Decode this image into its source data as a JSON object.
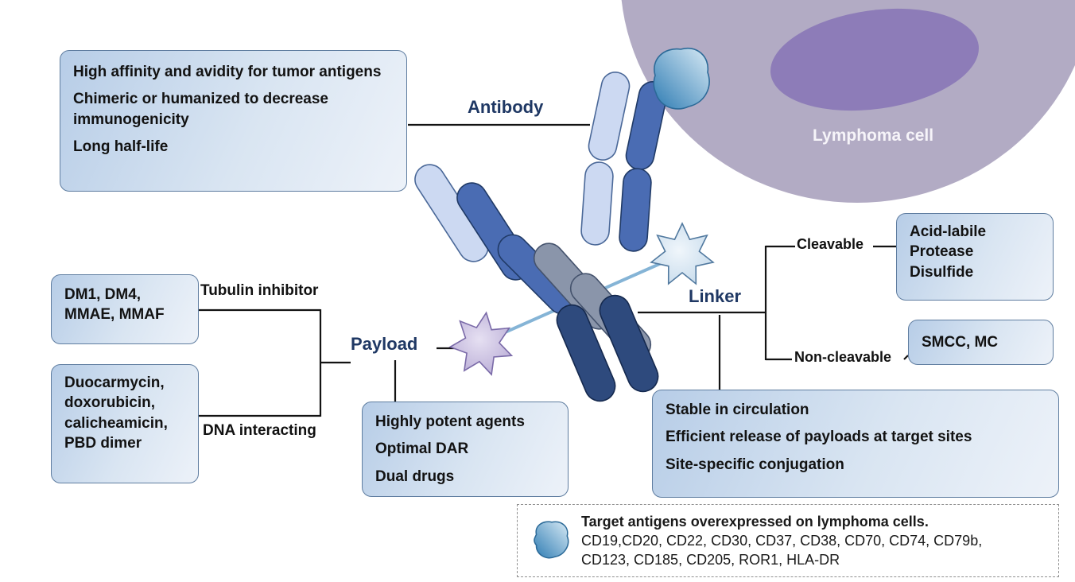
{
  "cell": {
    "label": "Lymphoma cell"
  },
  "antibody": {
    "label": "Antibody",
    "properties": [
      "High affinity and avidity for tumor antigens",
      "Chimeric or humanized to decrease immunogenicity",
      "Long half-life"
    ]
  },
  "payload": {
    "label": "Payload",
    "tubulin_label": "Tubulin inhibitor",
    "tubulin_drugs": [
      "DM1, DM4,",
      "MMAE, MMAF"
    ],
    "dna_label": "DNA interacting",
    "dna_drugs": [
      "Duocarmycin,",
      "doxorubicin,",
      "calicheamicin,",
      "PBD dimer"
    ],
    "properties": [
      "Highly potent agents",
      "Optimal DAR",
      "Dual drugs"
    ]
  },
  "linker": {
    "label": "Linker",
    "cleavable_label": "Cleavable",
    "cleavable_types": [
      "Acid-labile",
      "Protease",
      "Disulfide"
    ],
    "non_cleavable_label": "Non-cleavable",
    "non_cleavable_types": "SMCC, MC",
    "properties": [
      "Stable in circulation",
      "Efficient release of payloads at target sites",
      "Site-specific conjugation"
    ]
  },
  "legend": {
    "title": "Target antigens overexpressed on lymphoma cells.",
    "antigens_line1": "CD19,CD20, CD22, CD30, CD37, CD38, CD70, CD74, CD79b,",
    "antigens_line2": "CD123, CD185, CD205, ROR1, HLA-DR"
  },
  "colors": {
    "navy_label": "#1f3864",
    "box_border": "#5f7da0",
    "box_fill_start": "#b7cde7",
    "box_fill_end": "#edf2f9",
    "cell_body": "#b2abc4",
    "cell_nucleus": "#8d7cb8",
    "antibody_light_chain": "#ccd9f2",
    "antibody_heavy_blue": "#4a6cb3",
    "antibody_hinge_gray": "#8a95aa",
    "antibody_fc_navy": "#2e4a7d",
    "linker_strand": "#85b4d6",
    "payload_star_purple": "#c3b7dd",
    "payload_star_blue": "#d8e7f2",
    "antigen_blob_dark": "#2e7cb3",
    "antigen_blob_light": "#d8eaf5"
  }
}
